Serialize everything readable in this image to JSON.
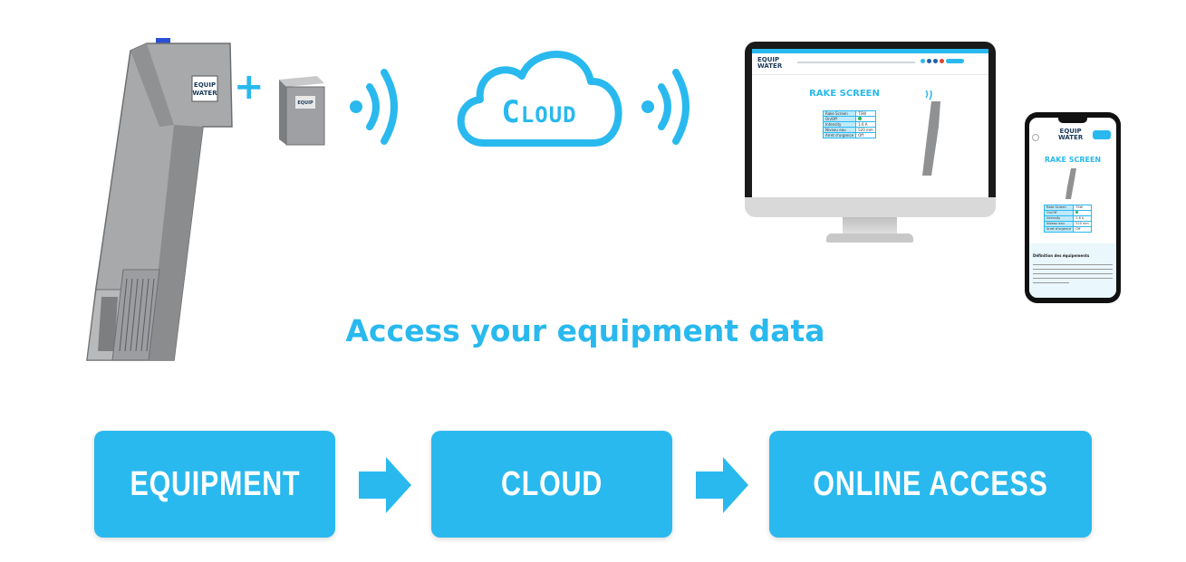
{
  "diagram": {
    "plus_symbol": "+",
    "cloud_label": "Cloud",
    "headline": "Access your equipment data",
    "equipment_logo": [
      "EQUIP",
      "WATER"
    ],
    "flow": [
      {
        "label": "EQUIPMENT"
      },
      {
        "label": "CLOUD"
      },
      {
        "label": "ONLINE ACCESS"
      }
    ],
    "accent_color": "#29b9ee"
  },
  "desktop_site": {
    "logo": [
      "EQUIP",
      "WATER"
    ],
    "page_title": "RAKE SCREEN",
    "table": [
      [
        "Rake Screen",
        "TSW"
      ],
      [
        "On/Off",
        ""
      ],
      [
        "Intensity",
        "1.6 A"
      ],
      [
        "Niveau eau",
        "520 mm"
      ],
      [
        "Arret d'urgence",
        "Off"
      ]
    ]
  },
  "mobile_site": {
    "logo": [
      "EQUIP",
      "WATER"
    ],
    "page_title": "RAKE SCREEN",
    "table": [
      [
        "Rake Screen",
        "TSW"
      ],
      [
        "On/Off",
        ""
      ],
      [
        "Intensity",
        "1.6 A"
      ],
      [
        "Niveau eau",
        "520 mm"
      ],
      [
        "Arret d'urgence",
        "Off"
      ]
    ],
    "section_heading": "Définition des équipements"
  }
}
